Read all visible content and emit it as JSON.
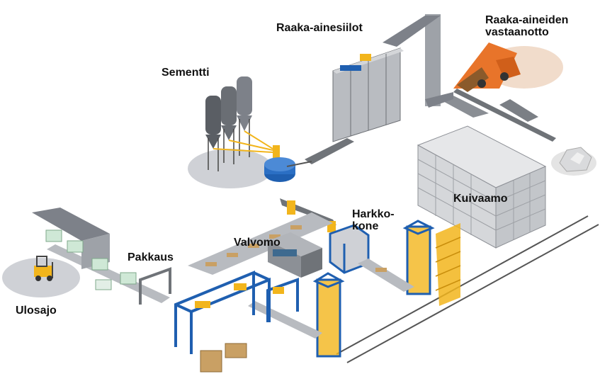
{
  "labels": {
    "raw_material_silos": "Raaka-ainesiilot",
    "raw_material_intake_line1": "Raaka-aineiden",
    "raw_material_intake_line2": "vastaanotto",
    "cement": "Sementti",
    "block_machine_line1": "Harkko-",
    "block_machine_line2": "kone",
    "drying": "Kuivaamo",
    "control_room": "Valvomo",
    "packaging": "Pakkaus",
    "dispatch": "Ulosajo"
  },
  "colors": {
    "conveyor_blue": "#1f5fb0",
    "gantry_yellow": "#f2b51c",
    "silo_gray": "#7d8189",
    "truck_orange": "#e8742a",
    "pallet_tan": "#c9a064",
    "package_green": "#cfe8d6",
    "shadow_gray": "#cfd1d6"
  }
}
